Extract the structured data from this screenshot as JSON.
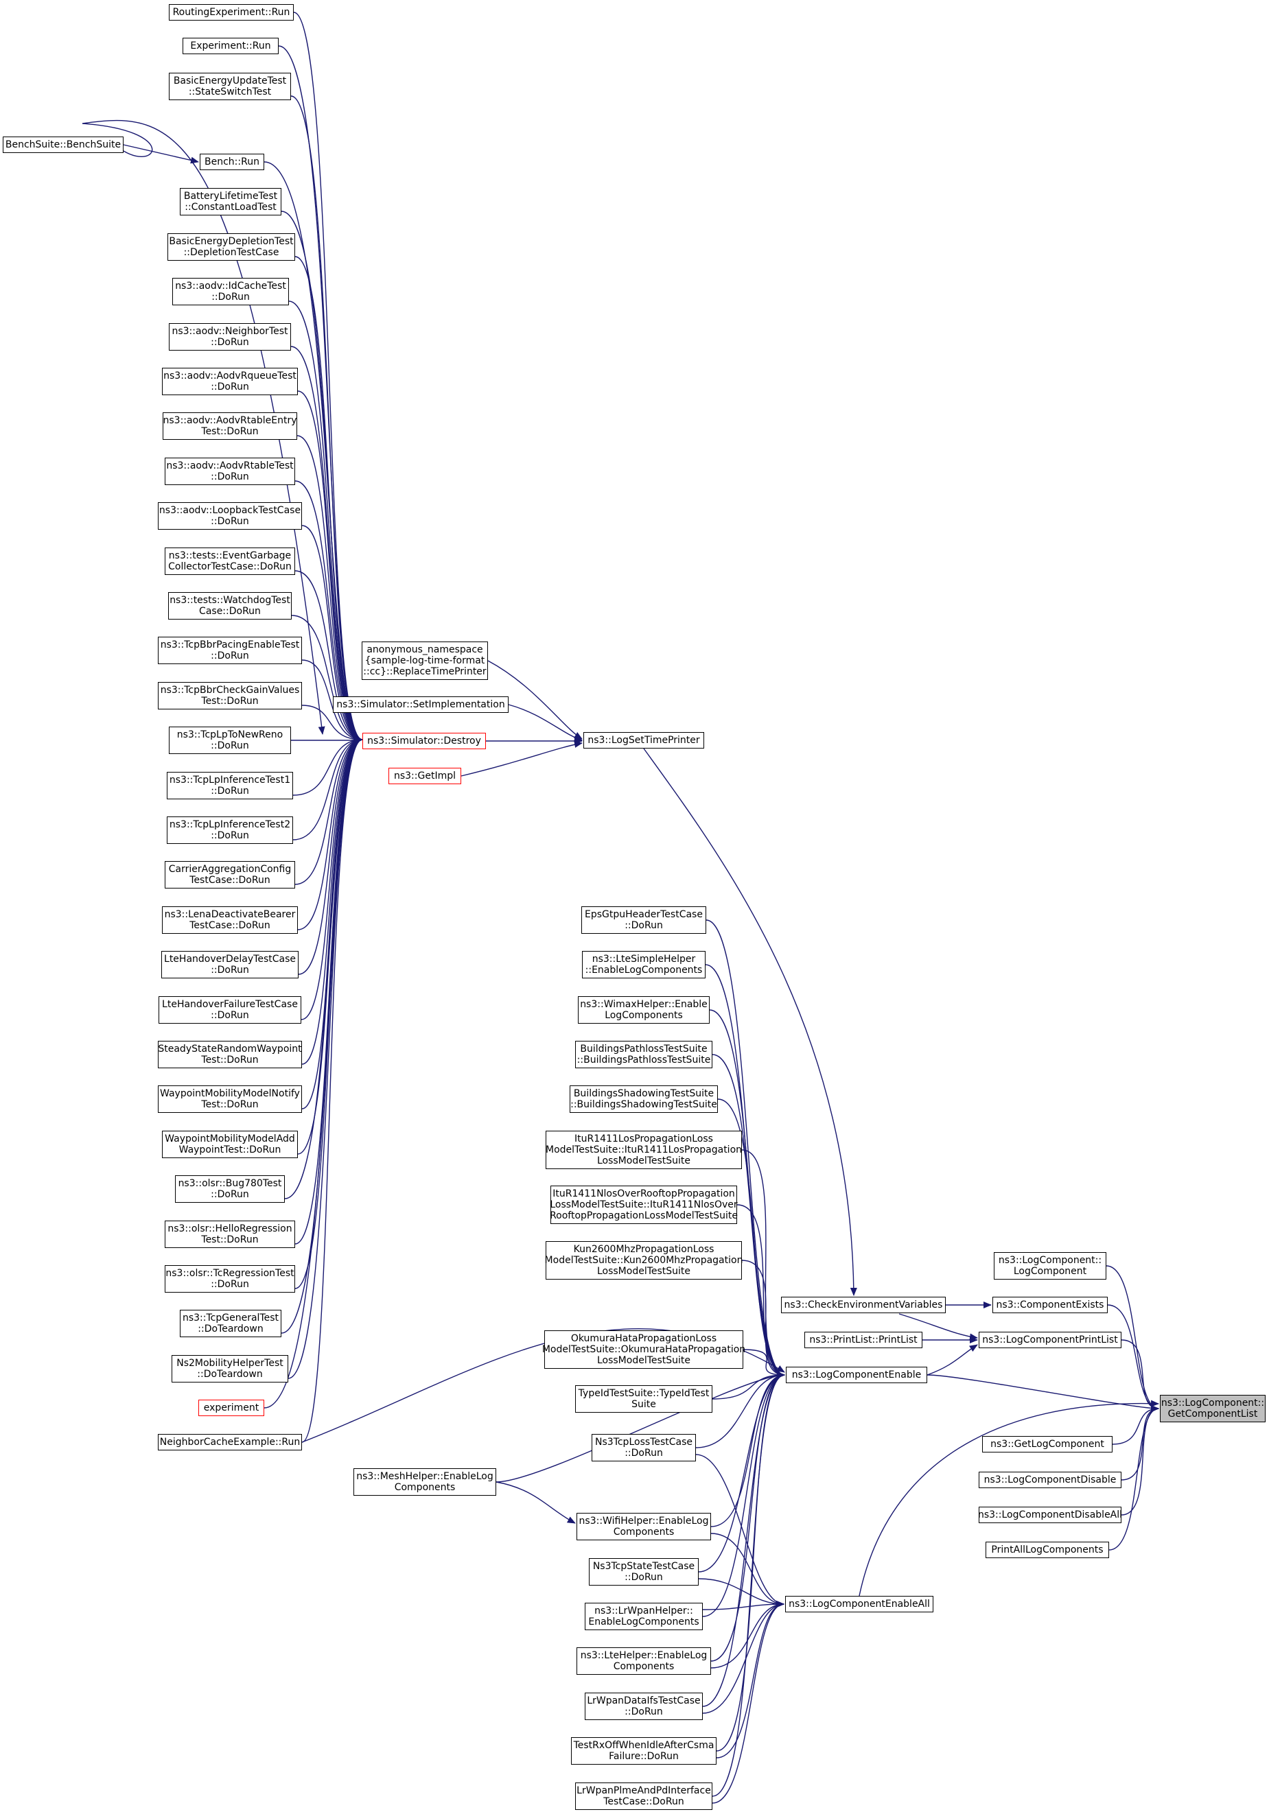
{
  "title": "ns3::LogComponent::GetComponentList caller graph",
  "colors": {
    "edge": "#191970",
    "node_border": "#000000",
    "truncated_border": "#ff0000",
    "target_fill": "#bfbfbf"
  },
  "nodes": {
    "routing_run": "RoutingExperiment::Run",
    "experiment_run": "Experiment::Run",
    "basic_energy_update": "BasicEnergyUpdateTest\n::StateSwitchTest",
    "bench_suite": "BenchSuite::BenchSuite",
    "bench_run": "Bench::Run",
    "battery_lifetime": "BatteryLifetimeTest\n::ConstantLoadTest",
    "basic_energy_depletion": "BasicEnergyDepletionTest\n::DepletionTestCase",
    "aodv_idcache": "ns3::aodv::IdCacheTest\n::DoRun",
    "aodv_neighbor": "ns3::aodv::NeighborTest\n::DoRun",
    "aodv_rqueue": "ns3::aodv::AodvRqueueTest\n::DoRun",
    "aodv_rtable_entry": "ns3::aodv::AodvRtableEntry\nTest::DoRun",
    "aodv_rtable": "ns3::aodv::AodvRtableTest\n::DoRun",
    "aodv_loopback": "ns3::aodv::LoopbackTestCase\n::DoRun",
    "event_garbage": "ns3::tests::EventGarbage\nCollectorTestCase::DoRun",
    "watchdog": "ns3::tests::WatchdogTest\nCase::DoRun",
    "tcp_bbr_pacing": "ns3::TcpBbrPacingEnableTest\n::DoRun",
    "tcp_bbr_gain": "ns3::TcpBbrCheckGainValues\nTest::DoRun",
    "tcp_lp_newreno": "ns3::TcpLpToNewReno\n::DoRun",
    "tcp_lp_inf1": "ns3::TcpLpInferenceTest1\n::DoRun",
    "tcp_lp_inf2": "ns3::TcpLpInferenceTest2\n::DoRun",
    "carrier_agg": "CarrierAggregationConfig\nTestCase::DoRun",
    "lena_deactivate": "ns3::LenaDeactivateBearer\nTestCase::DoRun",
    "lte_ho_delay": "LteHandoverDelayTestCase\n::DoRun",
    "lte_ho_failure": "LteHandoverFailureTestCase\n::DoRun",
    "steady_state": "SteadyStateRandomWaypoint\nTest::DoRun",
    "waypoint_notify": "WaypointMobilityModelNotify\nTest::DoRun",
    "waypoint_add": "WaypointMobilityModelAdd\nWaypointTest::DoRun",
    "olsr_bug780": "ns3::olsr::Bug780Test\n::DoRun",
    "olsr_hello": "ns3::olsr::HelloRegression\nTest::DoRun",
    "olsr_tc": "ns3::olsr::TcRegressionTest\n::DoRun",
    "tcp_general": "ns3::TcpGeneralTest\n::DoTeardown",
    "ns2_mobility": "Ns2MobilityHelperTest\n::DoTeardown",
    "experiment": "experiment",
    "neighbor_cache": "NeighborCacheExample::Run",
    "anon_replace": "anonymous_namespace\n{sample-log-time-format\n::cc}::ReplaceTimePrinter",
    "sim_set_impl": "ns3::Simulator::SetImplementation",
    "sim_destroy": "ns3::Simulator::Destroy",
    "get_impl": "ns3::GetImpl",
    "log_set_time_printer": "ns3::LogSetTimePrinter",
    "eps_gtpu": "EpsGtpuHeaderTestCase\n::DoRun",
    "lte_simple_helper": "ns3::LteSimpleHelper\n::EnableLogComponents",
    "wimax_helper": "ns3::WimaxHelper::Enable\nLogComponents",
    "buildings_pathloss": "BuildingsPathlossTestSuite\n::BuildingsPathlossTestSuite",
    "buildings_shadowing": "BuildingsShadowingTestSuite\n::BuildingsShadowingTestSuite",
    "itu_los": "ItuR1411LosPropagationLoss\nModelTestSuite::ItuR1411LosPropagation\nLossModelTestSuite",
    "itu_nlos": "ItuR1411NlosOverRooftopPropagation\nLossModelTestSuite::ItuR1411NlosOver\nRooftopPropagationLossModelTestSuite",
    "kun2600": "Kun2600MhzPropagationLoss\nModelTestSuite::Kun2600MhzPropagation\nLossModelTestSuite",
    "okumura": "OkumuraHataPropagationLoss\nModelTestSuite::OkumuraHataPropagation\nLossModelTestSuite",
    "typeid_suite": "TypeIdTestSuite::TypeIdTest\nSuite",
    "mesh_helper": "ns3::MeshHelper::EnableLog\nComponents",
    "ns3_tcp_loss": "Ns3TcpLossTestCase\n::DoRun",
    "wifi_helper": "ns3::WifiHelper::EnableLog\nComponents",
    "ns3_tcp_state": "Ns3TcpStateTestCase\n::DoRun",
    "lrwpan_helper": "ns3::LrWpanHelper::\nEnableLogComponents",
    "lte_helper": "ns3::LteHelper::EnableLog\nComponents",
    "lrwpan_dataifs": "LrWpanDataIfsTestCase\n::DoRun",
    "test_rxoff": "TestRxOffWhenIdleAfterCsma\nFailure::DoRun",
    "lrwpan_plme": "LrWpanPlmeAndPdInterface\nTestCase::DoRun",
    "check_env": "ns3::CheckEnvironmentVariables",
    "print_list": "ns3::PrintList::PrintList",
    "log_component_enable": "ns3::LogComponentEnable",
    "log_component_enable_all": "ns3::LogComponentEnableAll",
    "log_component_ctor": "ns3::LogComponent::\nLogComponent",
    "component_exists": "ns3::ComponentExists",
    "log_component_print_list": "ns3::LogComponentPrintList",
    "get_component_list": "ns3::LogComponent::\nGetComponentList",
    "get_log_component": "ns3::GetLogComponent",
    "log_component_disable": "ns3::LogComponentDisable",
    "log_component_disable_all": "ns3::LogComponentDisableAll",
    "print_all_log_components": "PrintAllLogComponents"
  }
}
